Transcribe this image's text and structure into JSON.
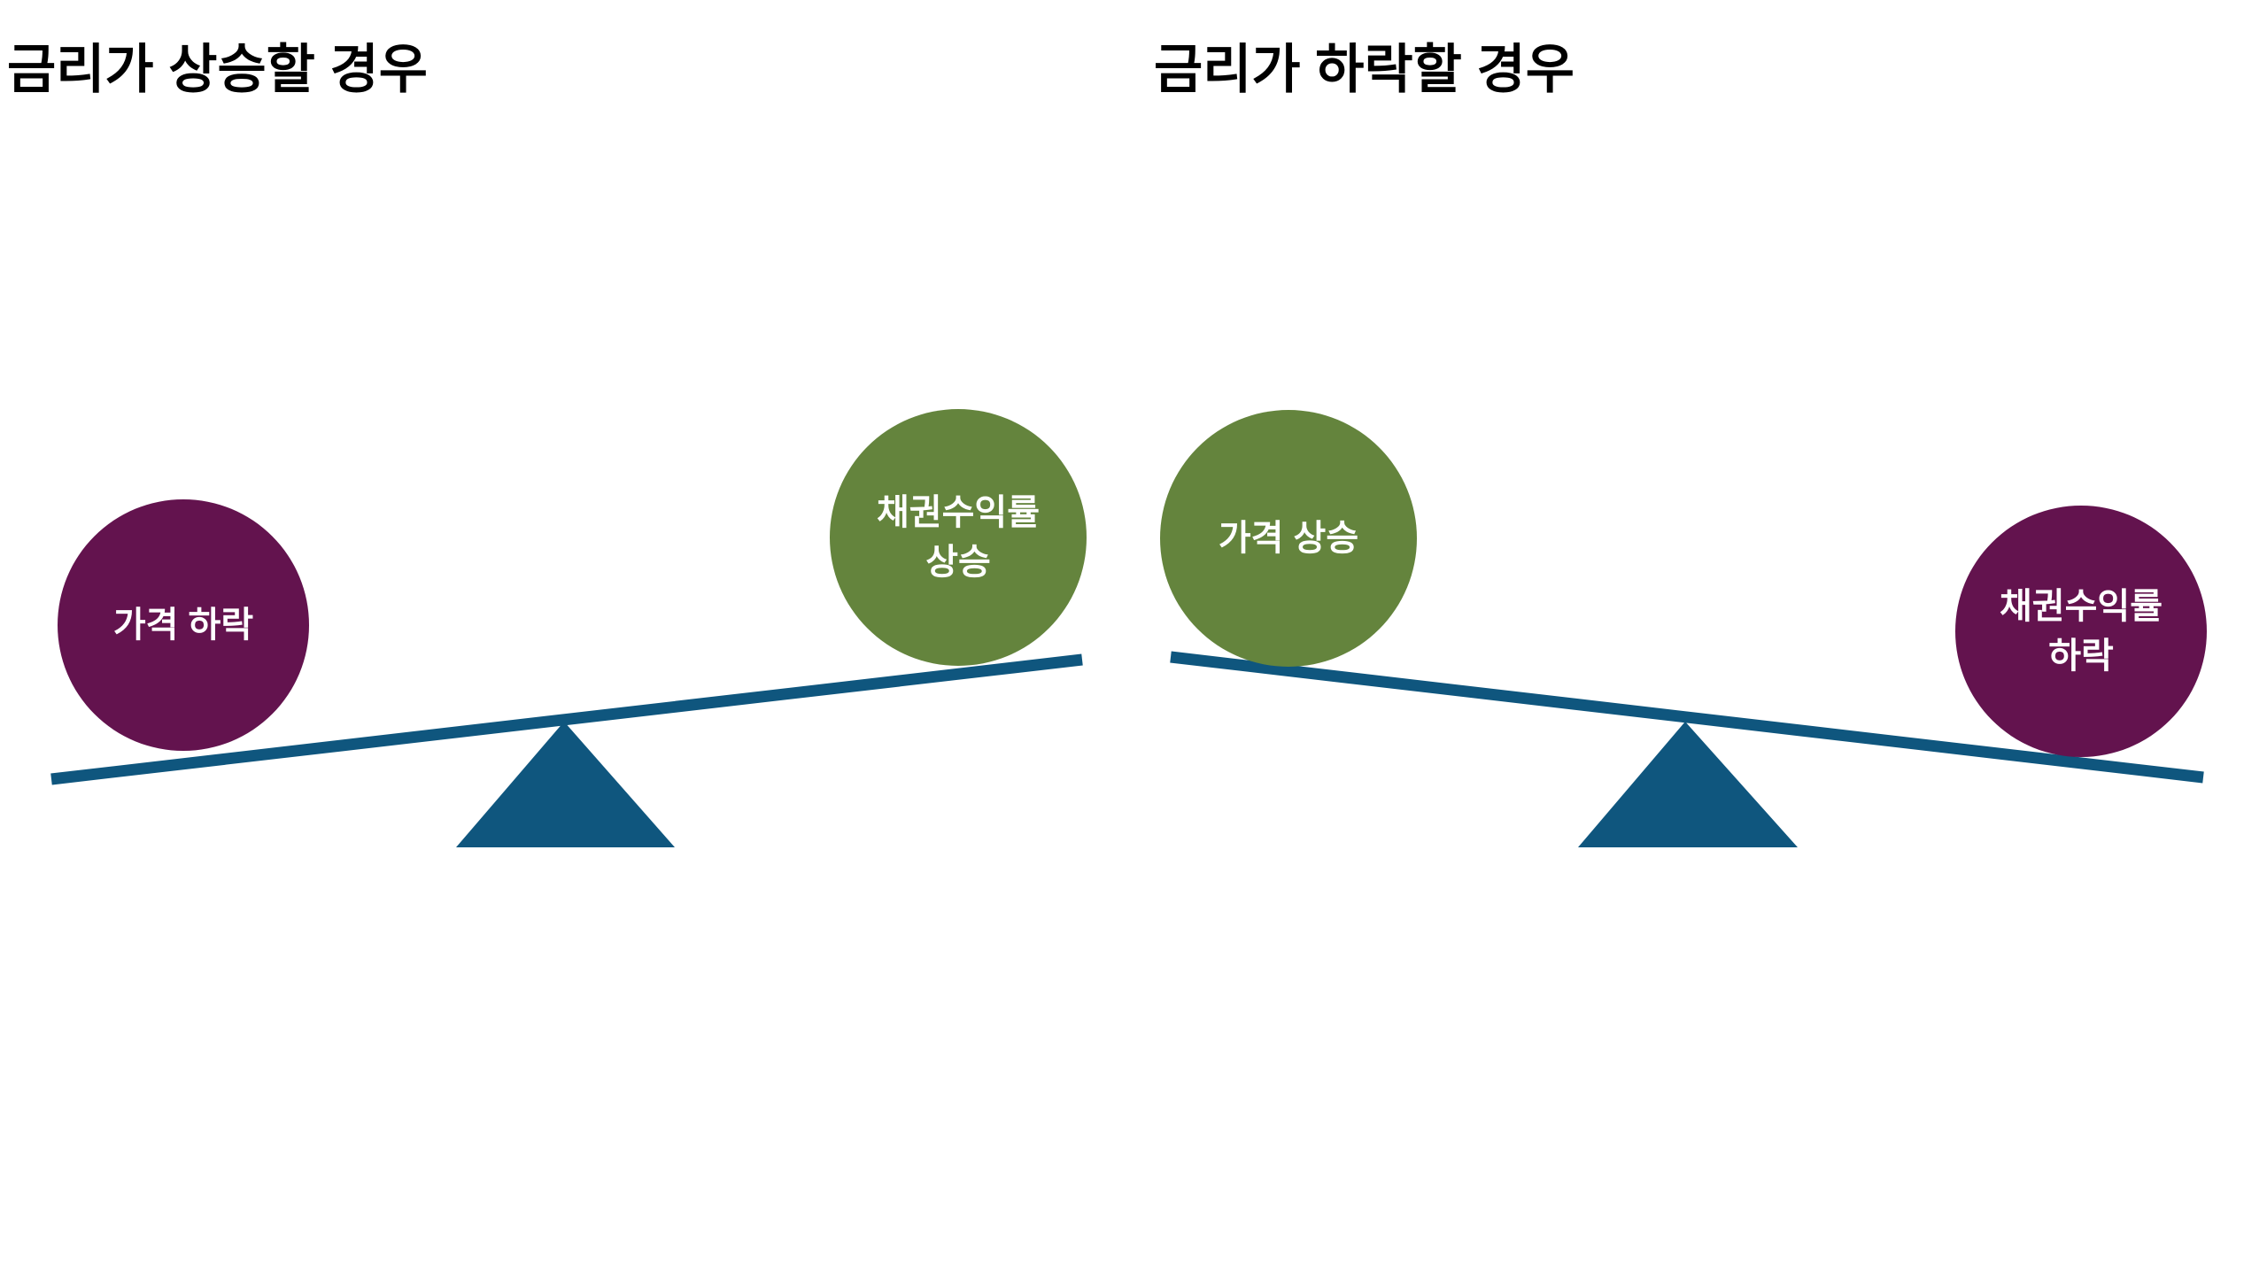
{
  "colors": {
    "beam_blue": "#0F567E",
    "ball_purple": "#63134E",
    "ball_green": "#64843D",
    "ball_label_white": "#FFFFFF",
    "title_black": "#000000"
  },
  "left_panel": {
    "title": "금리가 상승할 경우",
    "price_ball_label": "가격 하락",
    "yield_ball_label_line1": "채권수익률",
    "yield_ball_label_line2": "상승"
  },
  "right_panel": {
    "title": "금리가 하락할 경우",
    "price_ball_label": "가격 상승",
    "yield_ball_label_line1": "채권수익률",
    "yield_ball_label_line2": "하락"
  }
}
